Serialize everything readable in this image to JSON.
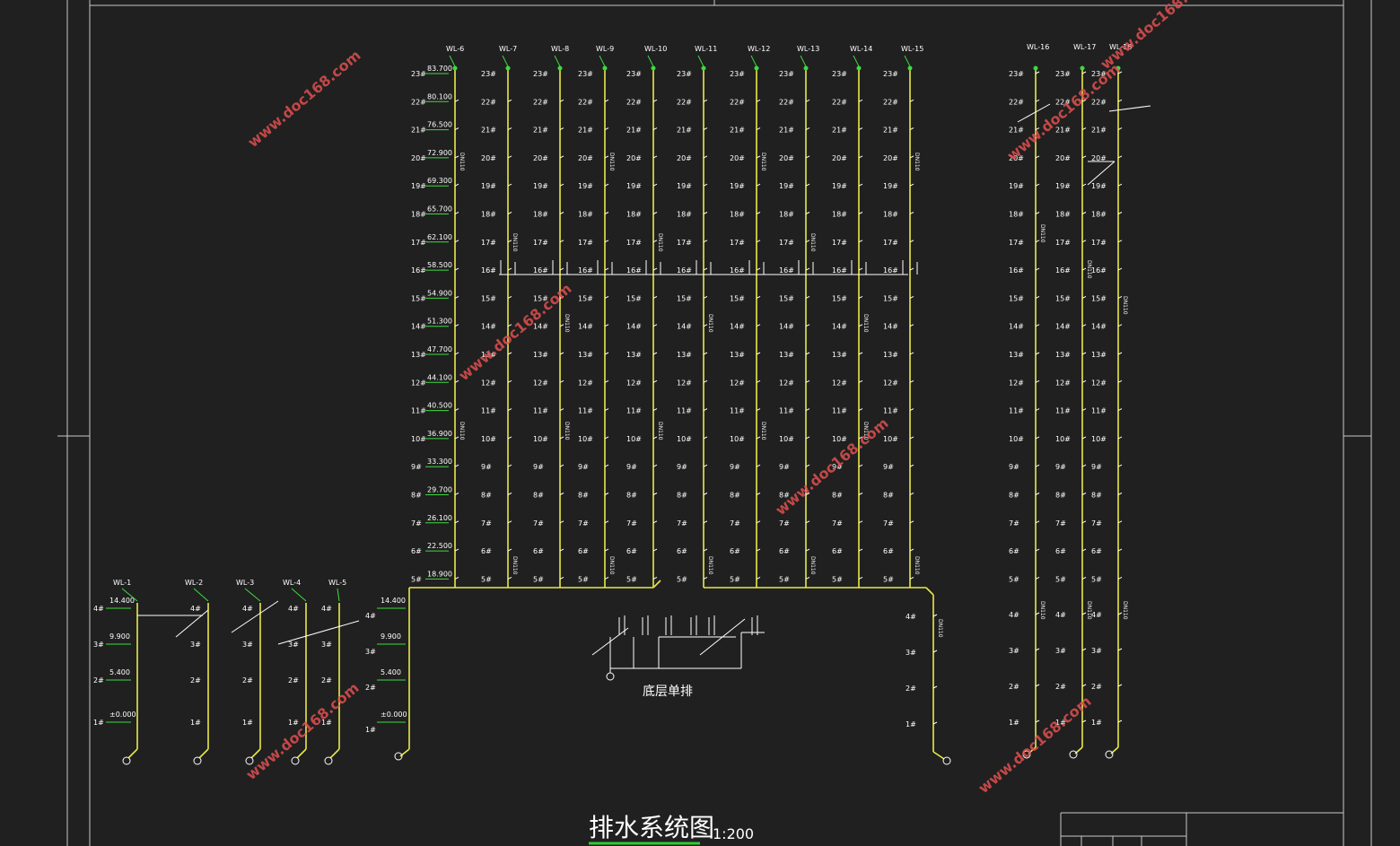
{
  "drawing": {
    "title": "排水系统图",
    "scale": "1:200",
    "ground_label": "底层单排",
    "watermark": "www.doc168.com",
    "colors": {
      "background": "#202020",
      "pipe": "#e8e84a",
      "frame": "#c8c8c8",
      "leader": "#3cdc3c",
      "watermark": "#e05050",
      "title_underline": "#2ecc2e"
    }
  },
  "main_group": {
    "elevations": [
      "83.700",
      "80.100",
      "76.500",
      "72.900",
      "69.300",
      "65.700",
      "62.100",
      "58.500",
      "54.900",
      "51.300",
      "47.700",
      "44.100",
      "40.500",
      "36.900",
      "33.300",
      "29.700",
      "26.100",
      "22.500",
      "18.900"
    ],
    "floors_top_to_bottom": [
      "23#",
      "22#",
      "21#",
      "20#",
      "19#",
      "18#",
      "17#",
      "16#",
      "15#",
      "14#",
      "13#",
      "12#",
      "11#",
      "10#",
      "9#",
      "8#",
      "7#",
      "6#",
      "5#"
    ],
    "pipes": [
      "WL-6",
      "WL-7",
      "WL-8",
      "WL-9",
      "WL-10",
      "WL-11",
      "WL-12",
      "WL-13",
      "WL-14",
      "WL-15"
    ],
    "pipe_sizes": [
      "DN110",
      "DN110",
      "DN110",
      "DN110",
      "DN110",
      "DN110",
      "DN110",
      "DN110",
      "DN110",
      "DN110"
    ]
  },
  "right_group": {
    "pipes": [
      "WL-16",
      "WL-17",
      "WL-18"
    ],
    "floors_top_to_bottom": [
      "23#",
      "22#",
      "21#",
      "20#",
      "19#",
      "18#",
      "17#",
      "16#",
      "15#",
      "14#",
      "13#",
      "12#",
      "11#",
      "10#",
      "9#",
      "8#",
      "7#",
      "6#",
      "5#",
      "4#",
      "3#",
      "2#",
      "1#"
    ],
    "pipe_sizes": [
      "DN110",
      "DN110",
      "DN110"
    ]
  },
  "center_riser": {
    "floors": [
      "4#",
      "3#",
      "2#",
      "1#"
    ],
    "pipe_size": "DN110"
  },
  "bottom_left_group": {
    "pipes": [
      "WL-1",
      "WL-2",
      "WL-3",
      "WL-4",
      "WL-5"
    ],
    "elevations": [
      "14.400",
      "9.900",
      "5.400",
      "±0.000"
    ],
    "floors": [
      "4#",
      "3#",
      "2#",
      "1#"
    ],
    "right_elevations": [
      "14.400",
      "9.900",
      "5.400",
      "±0.000"
    ],
    "right_floors": [
      "4#",
      "3#",
      "2#",
      "1#"
    ]
  }
}
